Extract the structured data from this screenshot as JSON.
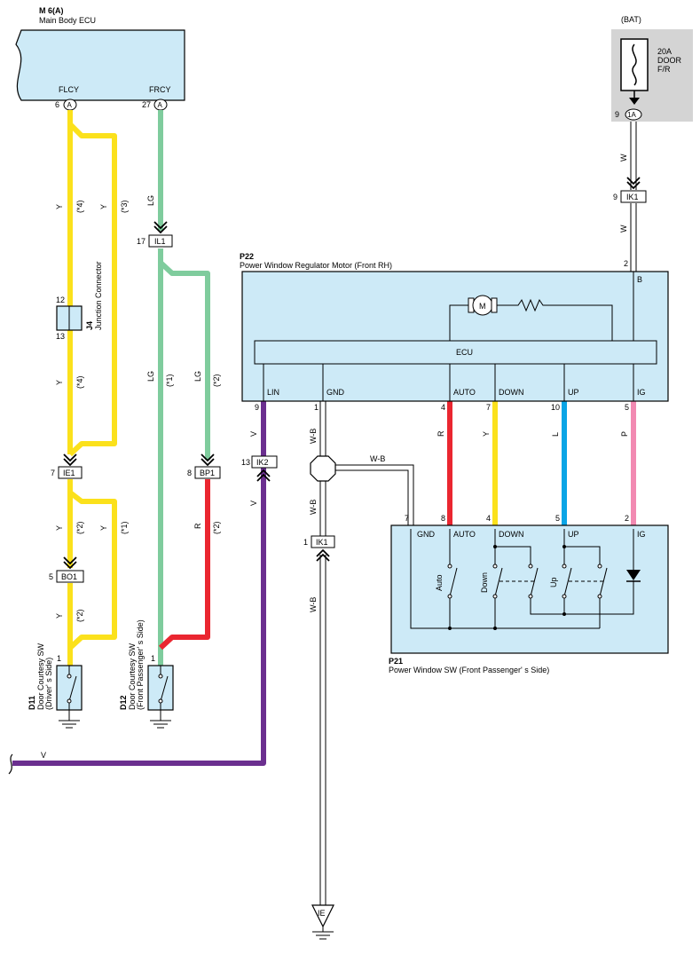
{
  "ecu": {
    "code": "M 6(A)",
    "name": "Main Body ECU",
    "pin_flcy": "FLCY",
    "pin_frcy": "FRCY",
    "pin_no_flcy": "6",
    "pin_no_frcy": "27",
    "conn": "A"
  },
  "bat": {
    "label": "(BAT)",
    "fuse_line1": "20A",
    "fuse_line2": "DOOR",
    "fuse_line3": "F/R",
    "pin_no": "9",
    "conn": "1A"
  },
  "motor": {
    "code": "P22",
    "name": "Power Window Regulator Motor (Front RH)",
    "ecu_label": "ECU",
    "motor_symbol": "M",
    "pin_b": "B",
    "pin_b_no": "2",
    "pins": [
      "LIN",
      "GND",
      "AUTO",
      "DOWN",
      "UP",
      "IG"
    ],
    "pin_nos": [
      "9",
      "1",
      "4",
      "7",
      "10",
      "5"
    ]
  },
  "sw": {
    "code": "P21",
    "name": "Power Window SW (Front Passenger' s Side)",
    "pins": [
      "GND",
      "AUTO",
      "DOWN",
      "UP",
      "IG"
    ],
    "pin_nos": [
      "7",
      "8",
      "4",
      "5",
      "2"
    ],
    "contacts": [
      "Auto",
      "Down",
      "Up"
    ]
  },
  "junction": {
    "code": "J4",
    "name": "Junction Connector",
    "pin_top": "12",
    "pin_bottom": "13"
  },
  "connectors": {
    "ie1": {
      "label": "IE1",
      "pin": "7"
    },
    "bo1": {
      "label": "BO1",
      "pin": "5"
    },
    "il1": {
      "label": "IL1",
      "pin": "17"
    },
    "bp1": {
      "label": "BP1",
      "pin": "8"
    },
    "ik1_top": {
      "label": "IK1",
      "pin": "9"
    },
    "ik2": {
      "label": "IK2",
      "pin": "13"
    },
    "ik1_gnd": {
      "label": "IK1",
      "pin": "1"
    },
    "ie_ground": {
      "label": "IE"
    }
  },
  "d11": {
    "code": "D11",
    "line1": "Door Courtesy SW",
    "line2": "(Driver' s Side)",
    "pin": "1"
  },
  "d12": {
    "code": "D12",
    "line1": "Door Courtesy SW",
    "line2": "(Front Passenger' s Side)",
    "pin": "1"
  },
  "wires": {
    "y": "Y",
    "lg": "LG",
    "r": "R",
    "v": "V",
    "w": "W",
    "wb": "W-B",
    "l": "L",
    "p": "P",
    "n1": "(*1)",
    "n2": "(*2)",
    "n3": "(*3)",
    "n4": "(*4)"
  },
  "colors": {
    "panel": "#cdeaf7",
    "yellow": "#fbe11c",
    "green": "#7fcc9d",
    "red": "#ea2630",
    "purple": "#6b2f8f",
    "blue": "#0aa5e6",
    "pink": "#f28ab2",
    "fuse_bg": "#d4d4d4"
  }
}
